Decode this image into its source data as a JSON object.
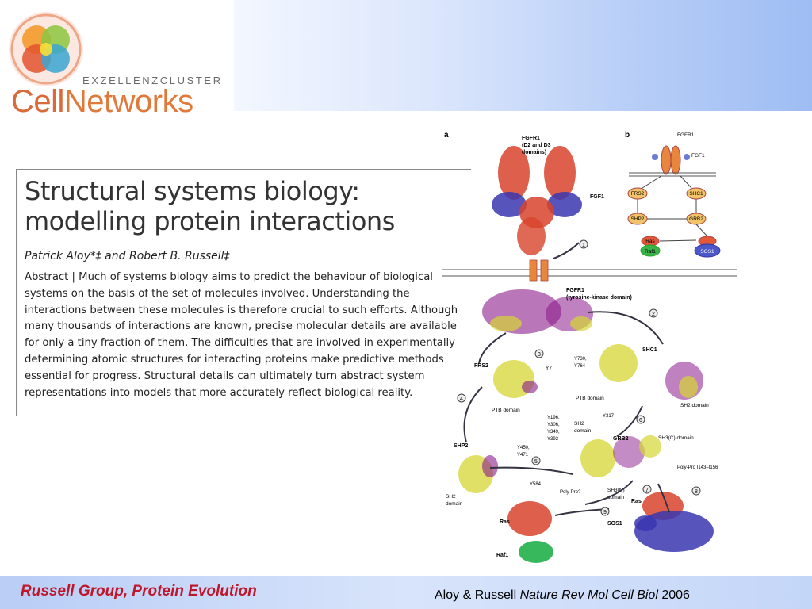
{
  "logo": {
    "top_text": "EXZELLENZCLUSTER",
    "name_part1": "Cell",
    "name_part2": "Networks"
  },
  "paper": {
    "title_line1": "Structural systems biology:",
    "title_line2": "modelling protein interactions",
    "authors": "Patrick Aloy*‡ and Robert B. Russell‡",
    "abstract": "Abstract | Much of systems biology aims to predict the behaviour of biological systems on the basis of the set of molecules involved. Understanding the interactions between these molecules is therefore crucial to such efforts. Although many thousands of interactions are known, precise molecular details are available for only a tiny fraction of them. The difficulties that are involved in experimentally determining atomic structures for interacting proteins make predictive methods essential for progress. Structural details can ultimately turn abstract system representations into models that more accurately reflect biological reality."
  },
  "figure": {
    "panel_a": "a",
    "panel_b": "b",
    "fgfr1_d2d3": "FGFR1",
    "fgfr1_d2d3_sub1": "(D2 and D3",
    "fgfr1_d2d3_sub2": "domains)",
    "fgf1": "FGF1",
    "fgfr1_tk": "FGFR1",
    "fgfr1_tk_sub": "(tyrosine-kinase domain)",
    "frs2": "FRS2",
    "shc1": "SHC1",
    "shp2": "SHP2",
    "grb2": "GRB2",
    "ras": "Ras",
    "raf1": "Raf1",
    "sos1": "SOS1",
    "ptb_domain": "PTB domain",
    "ptb_domain2": "PTB domain",
    "sh2_domain": "SH2 domain",
    "sh2_domain_grb2": "SH2",
    "sh2_domain_grb2b": "domain",
    "sh2_domain_shp2": "SH2",
    "sh2_domain_shp2b": "domain",
    "sh3c_domain": "SH3(C) domain",
    "sh3n_domain": "SH3(N)",
    "sh3n_domain2": "domain",
    "polypro1": "Poly-Pro I143–I156",
    "polypro2": "Poly-Pro?",
    "y7": "Y7",
    "y730": "Y730,",
    "y764": "Y764",
    "y317": "Y317",
    "y196": "Y196,",
    "y306": "Y306,",
    "y349": "Y349,",
    "y392": "Y392",
    "y450": "Y450,",
    "y471": "Y471",
    "y584": "Y584",
    "b_fgfr1": "FGFR1",
    "b_fgf1": "FGF1",
    "b_frs2": "FRS2",
    "b_shc1": "SHC1",
    "b_shp2": "SHP2",
    "b_grb2": "GRB2",
    "b_ras": "Ras",
    "b_raf1": "Raf1",
    "b_sos1": "SOS1",
    "n1": "1",
    "n2": "2",
    "n3": "3",
    "n4": "4",
    "n5": "5",
    "n6": "6",
    "n7": "7",
    "n8": "8",
    "n9": "9"
  },
  "footer": {
    "group": "Russell Group, Protein Evolution",
    "cite_authors": "Aloy & Russell ",
    "cite_journal": "Nature Rev Mol Cell Biol",
    "cite_year": " 2006"
  },
  "colors": {
    "brand_orange": "#d96a3a",
    "footer_red": "#c0162a",
    "protein_red": "#d8432c",
    "protein_blue": "#3a37b0",
    "protein_purple": "#8a1a8a",
    "protein_yellow": "#d6d633",
    "protein_green": "#22b04a"
  }
}
